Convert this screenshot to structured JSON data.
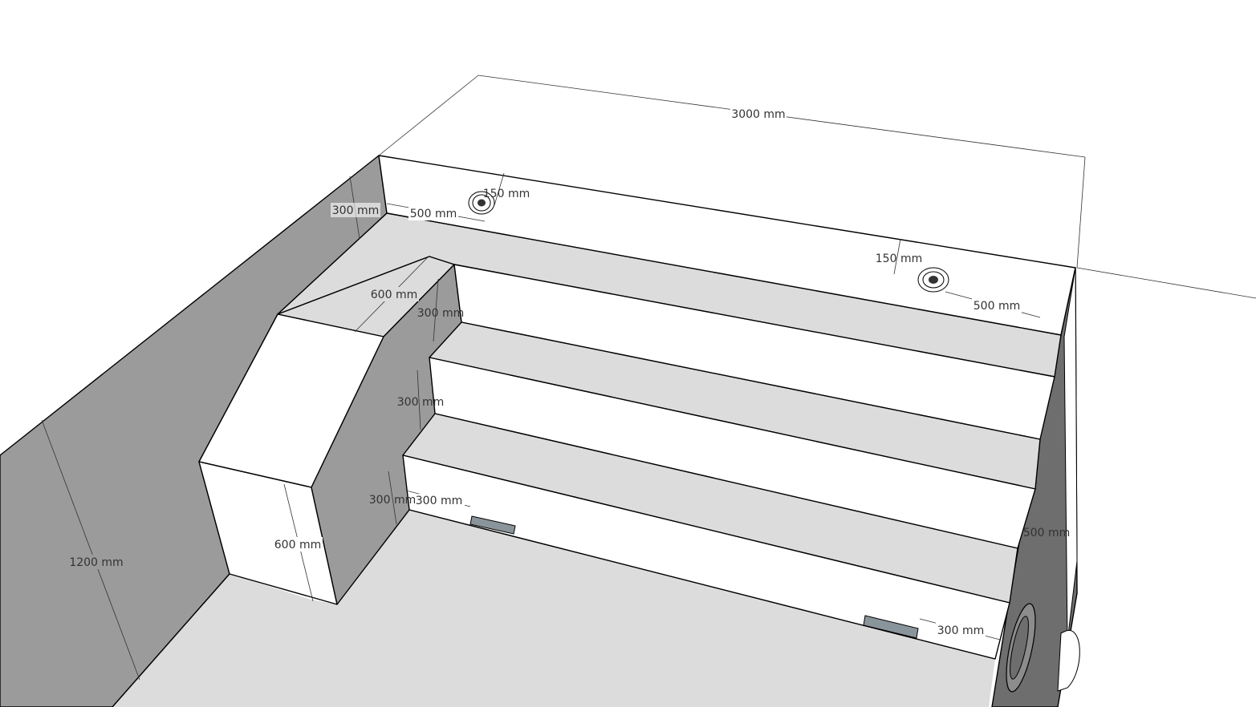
{
  "drawing": {
    "colors": {
      "wall_shadow": "#9b9b9b",
      "wall_dark": "#6e6e6e",
      "face_white": "#ffffff",
      "tread": "#dcdcdc",
      "floor": "#dcdcdc",
      "edge": "#000000",
      "inlet": "#8a959b"
    },
    "dimensions": {
      "pool_length": "3000 mm",
      "top_wall_height": "300 mm",
      "nozzle_left_offset": "500 mm",
      "nozzle_left_depth": "150 mm",
      "nozzle_right_depth": "150 mm",
      "nozzle_right_offset": "500 mm",
      "bench_depth": "600 mm",
      "step_rise_1": "300 mm",
      "step_rise_2": "300 mm",
      "step_rise_3": "300 mm",
      "inlet_left_offset": "300 mm",
      "bench_height": "600 mm",
      "pool_depth": "1200 mm",
      "right_wall_offset": "500 mm",
      "inlet_right_offset": "300 mm"
    }
  }
}
